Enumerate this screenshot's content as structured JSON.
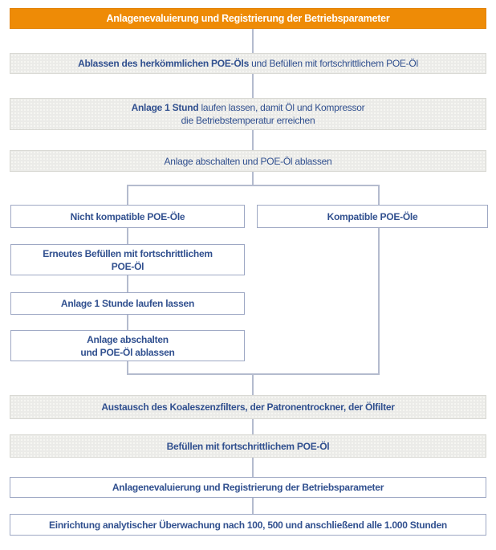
{
  "colors": {
    "banner_orange": "#ee8b06",
    "text_blue": "#31508f",
    "gray_box_bg": "#ebebe8",
    "gray_box_border": "#d9d9d4",
    "white_box_border": "#9ea8c4",
    "connector_line": "#b4bbce"
  },
  "flow": {
    "banner": {
      "bold": "Anlagenevaluierung und Registrierung",
      "rest": " der Betriebsparameter"
    },
    "step_drain_refill": {
      "bold": "Ablassen des herkömmlichen POE-Öls",
      "rest": " und Befüllen mit fortschrittlichem POE-Öl"
    },
    "step_run_warmup": {
      "bold": "Anlage 1 Stund",
      "rest": " laufen lassen, damit Öl und Kompressor",
      "line2": "die Betriebstemperatur erreichen"
    },
    "step_shutdown_drain": {
      "text": "Anlage abschalten und POE-Öl ablassen"
    },
    "branch_incompatible": {
      "text": "Nicht kompatible POE-Öle"
    },
    "branch_compatible": {
      "text": "Kompatible POE-Öle"
    },
    "step_refill": {
      "line1": "Erneutes Befüllen mit fortschrittlichem",
      "line2": "POE-Öl"
    },
    "step_run_1h": {
      "text": "Anlage 1 Stunde laufen lassen"
    },
    "step_shutdown2": {
      "line1": "Anlage abschalten",
      "line2": "und POE-Öl ablassen"
    },
    "step_replace_filters": {
      "text": "Austausch des Koaleszenzfilters, der Patronentrockner, der Ölfilter"
    },
    "step_fill_advanced": {
      "text": "Befüllen mit fortschrittlichem POE-Öl"
    },
    "step_evaluate": {
      "text": "Anlagenevaluierung und Registrierung der Betriebsparameter"
    },
    "step_monitoring": {
      "text": "Einrichtung analytischer Überwachung nach 100, 500 und anschließend alle 1.000 Stunden"
    }
  }
}
